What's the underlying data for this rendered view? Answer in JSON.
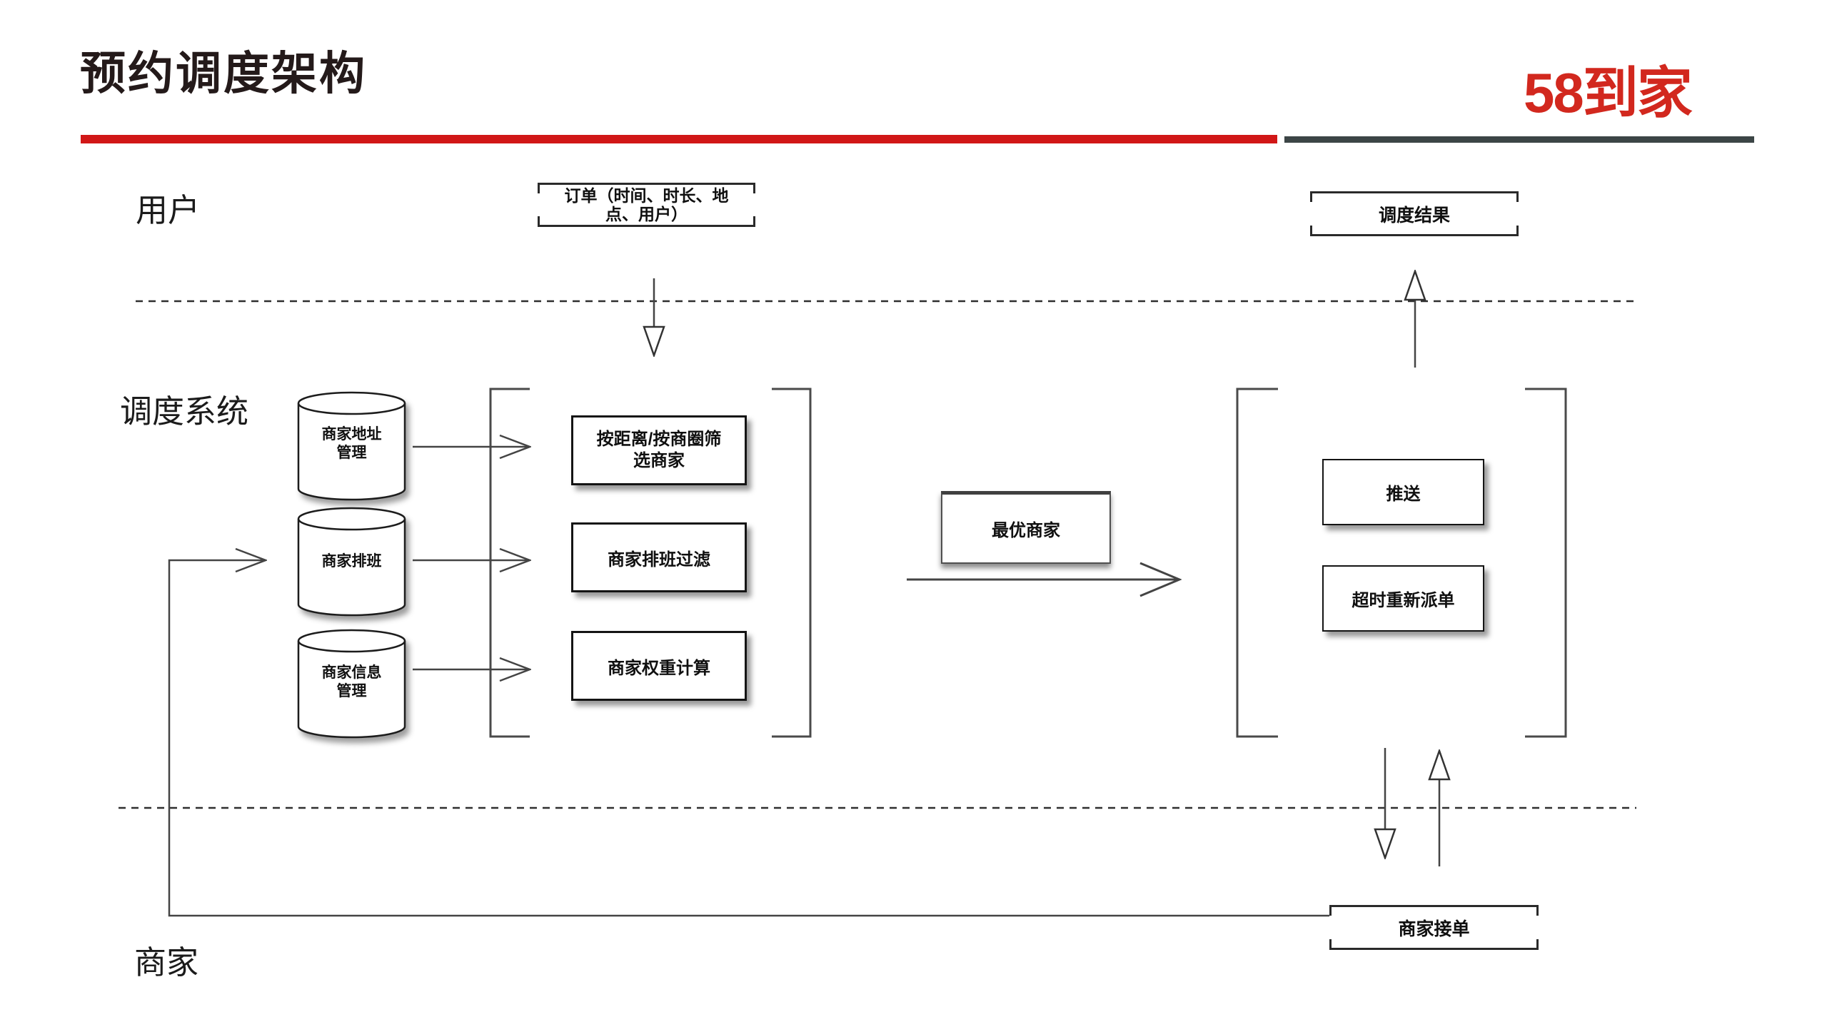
{
  "slide": {
    "title": "预约调度架构",
    "logo": "58到家"
  },
  "lanes": {
    "user": "用户",
    "system": "调度系统",
    "merchant": "商家"
  },
  "nodes": {
    "order": "订单（时间、时长、地\n点、用户）",
    "result": "调度结果",
    "db_address": "商家地址\n管理",
    "db_schedule": "商家排班",
    "db_info": "商家信息\n管理",
    "filter_distance": "按距离/按商圈筛\n选商家",
    "filter_schedule": "商家排班过滤",
    "weight_calc": "商家权重计算",
    "best_merchant": "最优商家",
    "push": "推送",
    "redispatch": "超时重新派单",
    "accept": "商家接单"
  },
  "colors": {
    "accent_red": "#d11717",
    "logo_red": "#d2281e",
    "bar_dark": "#3c4546",
    "line": "#444444",
    "box_border": "#141414"
  }
}
